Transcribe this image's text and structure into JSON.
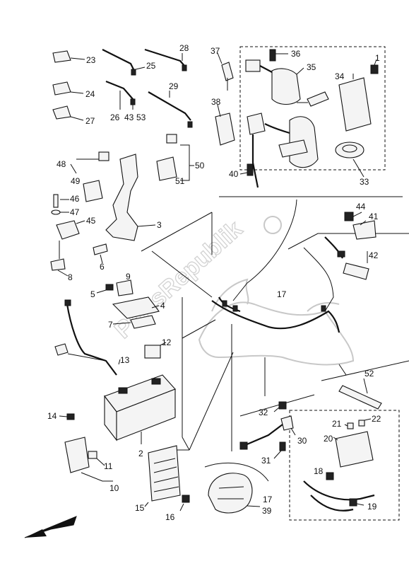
{
  "watermark": "PartsRepublik",
  "callouts": {
    "c1": "1",
    "c2": "2",
    "c3": "3",
    "c4": "4",
    "c5": "5",
    "c6": "6",
    "c7": "7",
    "c8": "8",
    "c9": "9",
    "c10": "10",
    "c11": "11",
    "c12": "12",
    "c13": "13",
    "c14": "14",
    "c15": "15",
    "c16": "16",
    "c17a": "17",
    "c17b": "17",
    "c18": "18",
    "c19": "19",
    "c20": "20",
    "c21": "21",
    "c22": "22",
    "c23": "23",
    "c24": "24",
    "c25": "25",
    "c26": "26",
    "c27": "27",
    "c28": "28",
    "c29": "29",
    "c30": "30",
    "c31": "31",
    "c32": "32",
    "c33": "33",
    "c34": "34",
    "c35": "35",
    "c36": "36",
    "c37": "37",
    "c38": "38",
    "c39": "39",
    "c40": "40",
    "c41": "41",
    "c42": "42",
    "c43": "43",
    "c44": "44",
    "c45": "45",
    "c46": "46",
    "c47": "47",
    "c48": "48",
    "c49": "49",
    "c50": "50",
    "c51": "51",
    "c52": "52",
    "c53": "53"
  }
}
